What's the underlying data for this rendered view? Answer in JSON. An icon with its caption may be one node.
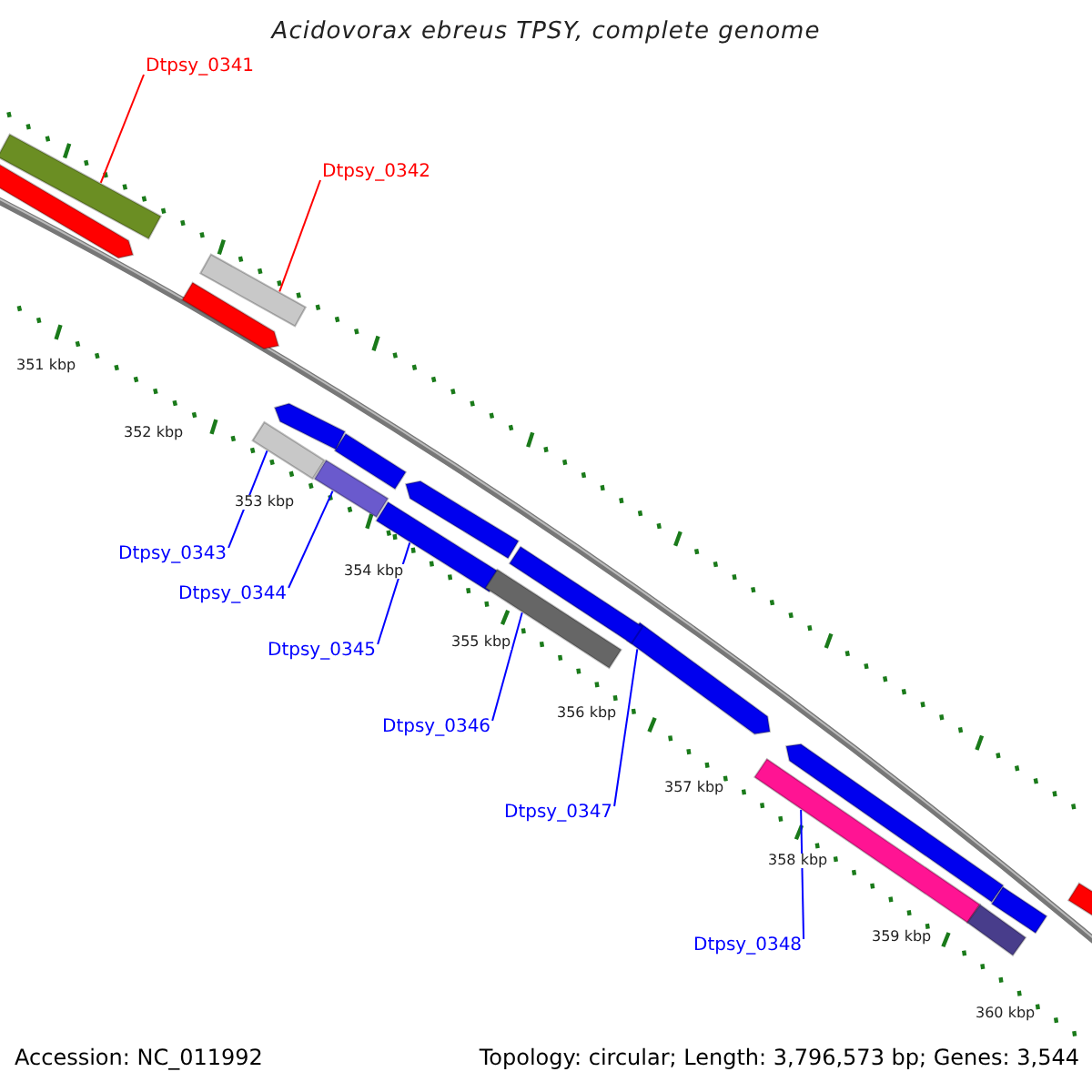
{
  "diagram": {
    "title": "Acidovorax ebreus TPSY, complete genome",
    "nodes": [
      {
        "text": [
          "Dtpsy_0341"
        ]
      },
      {
        "text": [
          "Dtpsy_0342"
        ]
      },
      {
        "text": [
          "Dtpsy_0343"
        ]
      },
      {
        "text": [
          "Dtpsy_0344"
        ]
      },
      {
        "text": [
          "Dtpsy_0345"
        ]
      },
      {
        "text": [
          "Dtpsy_0346"
        ]
      },
      {
        "text": [
          "Dtpsy_0347"
        ]
      },
      {
        "text": [
          "Dtpsy_0348"
        ]
      },
      {
        "text": [],
        "shape": "bar"
      },
      {
        "text": [],
        "shape": "bar"
      },
      {
        "text": [],
        "shape": "bar"
      },
      {
        "text": [],
        "shape": "bar"
      },
      {
        "text": [],
        "shape": "bar"
      },
      {
        "text": [],
        "shape": "bar"
      },
      {
        "text": [],
        "shape": "bar"
      },
      {
        "text": [],
        "shape": "bar"
      },
      {
        "text": [],
        "shape": "bar"
      },
      {
        "text": [],
        "shape": "bar"
      },
      {
        "text": [],
        "shape": "bar"
      },
      {
        "text": [],
        "shape": "bar"
      },
      {
        "text": [],
        "shape": "bar"
      },
      {
        "text": [],
        "shape": "bar"
      },
      {
        "text": [],
        "shape": "bar"
      },
      {
        "text": [],
        "shape": "bar"
      },
      {
        "text": [],
        "shape": "bar"
      }
    ],
    "edges": [
      {
        "from": 0,
        "to": 8,
        "arrow": "none",
        "color": "#ff0000"
      },
      {
        "from": 1,
        "to": 9,
        "arrow": "none",
        "color": "#ff0000"
      },
      {
        "from": 2,
        "to": 10,
        "arrow": "none"
      },
      {
        "from": 3,
        "to": 11,
        "arrow": "none"
      },
      {
        "from": 4,
        "to": 12,
        "arrow": "none"
      },
      {
        "from": 5,
        "to": 13,
        "arrow": "none"
      },
      {
        "from": 6,
        "to": 14,
        "arrow": "none"
      },
      {
        "from": 7,
        "to": 15,
        "arrow": "none"
      }
    ],
    "labels": [
      "351 kbp",
      "352 kbp",
      "353 kbp",
      "354 kbp",
      "355 kbp",
      "356 kbp",
      "357 kbp",
      "358 kbp",
      "359 kbp",
      "360 kbp",
      "Accession: NC_011992",
      "Topology: circular; Length: 3,796,573 bp; Genes: 3,544"
    ]
  }
}
